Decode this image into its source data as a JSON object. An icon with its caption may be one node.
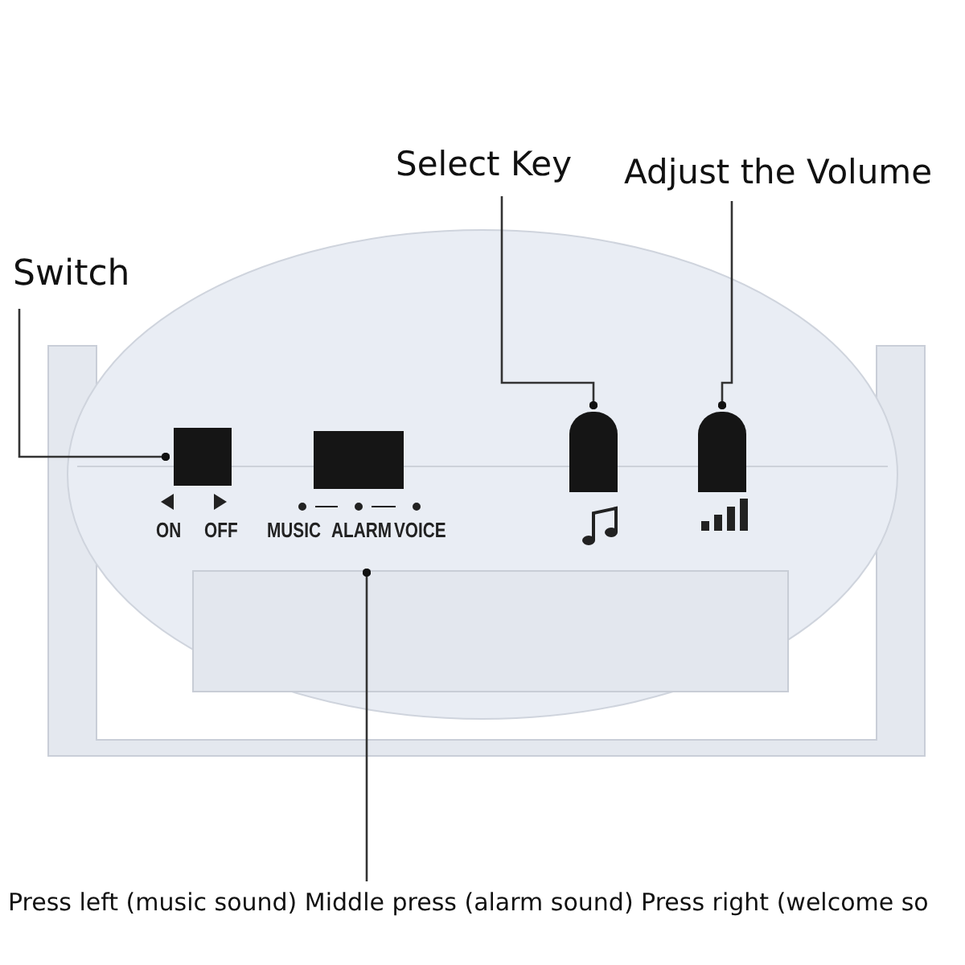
{
  "diagram": {
    "nodes": [
      {
        "text": [
          "Switch"
        ]
      },
      {
        "text": [
          "Select Key"
        ]
      },
      {
        "text": [
          "Adjust the Volume"
        ]
      },
      {
        "text": [
          "Press left (music sound) Middle press (alarm sound) Press right (welcome so"
        ]
      },
      {
        "text": [],
        "shape": "box"
      },
      {
        "text": [],
        "shape": "box"
      },
      {
        "text": [],
        "shape": "box"
      }
    ],
    "edges": [
      {
        "from": 0,
        "to": 4,
        "arrow": "other"
      },
      {
        "from": 1,
        "to": 5,
        "arrow": "other"
      },
      {
        "from": 2,
        "to": 6,
        "arrow": "other"
      },
      {
        "from": 3,
        "to": null,
        "arrow": "other"
      }
    ],
    "labels": [
      "ON",
      "OFF",
      "MUSIC",
      "ALARM",
      "VOICE"
    ]
  }
}
